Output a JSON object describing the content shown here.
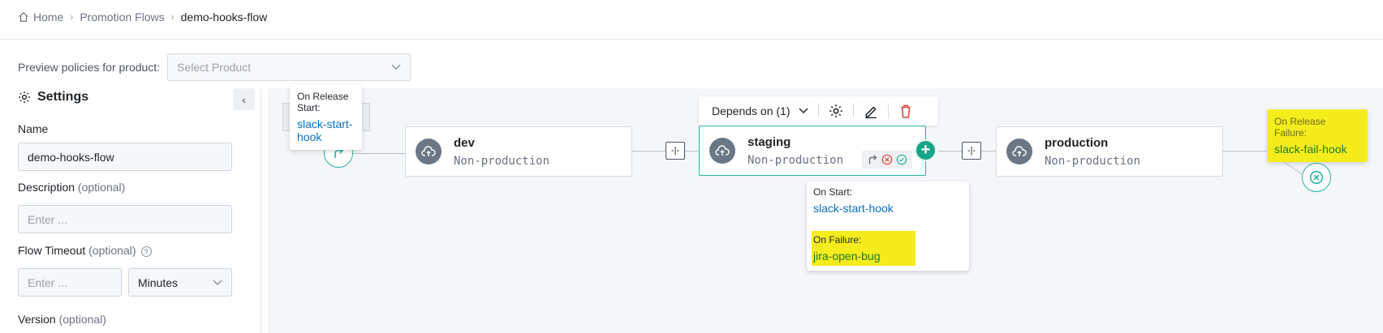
{
  "breadcrumb": {
    "home": "Home",
    "flows": "Promotion Flows",
    "current": "demo-hooks-flow"
  },
  "preview": {
    "label": "Preview policies for product:",
    "placeholder": "Select Product"
  },
  "settings": {
    "title": "Settings",
    "name_label": "Name",
    "name_value": "demo-hooks-flow",
    "description_label": "Description",
    "optional": "(optional)",
    "description_placeholder": "Enter ...",
    "timeout_label": "Flow Timeout",
    "timeout_placeholder": "Enter ...",
    "timeout_unit": "Minutes",
    "version_label": "Version"
  },
  "canvas": {
    "start_tooltip": {
      "label": "On Release Start:",
      "value": "slack-start-hook"
    },
    "failure_tooltip": {
      "label": "On Release Failure:",
      "value": "slack-fail-hook"
    },
    "toolbar": {
      "depends_on": "Depends on (1)"
    },
    "stages": [
      {
        "name": "dev",
        "type": "Non-production"
      },
      {
        "name": "staging",
        "type": "Non-production"
      },
      {
        "name": "production",
        "type": "Non-production"
      }
    ],
    "stage_tooltip": {
      "start_label": "On Start:",
      "start_value": "slack-start-hook",
      "failure_label": "On Failure:",
      "failure_value": "jira-open-bug"
    }
  },
  "colors": {
    "accent": "#2ab3a0",
    "highlight": "#f5ec1b",
    "link": "#0a6fc4",
    "danger": "#e0443c"
  }
}
